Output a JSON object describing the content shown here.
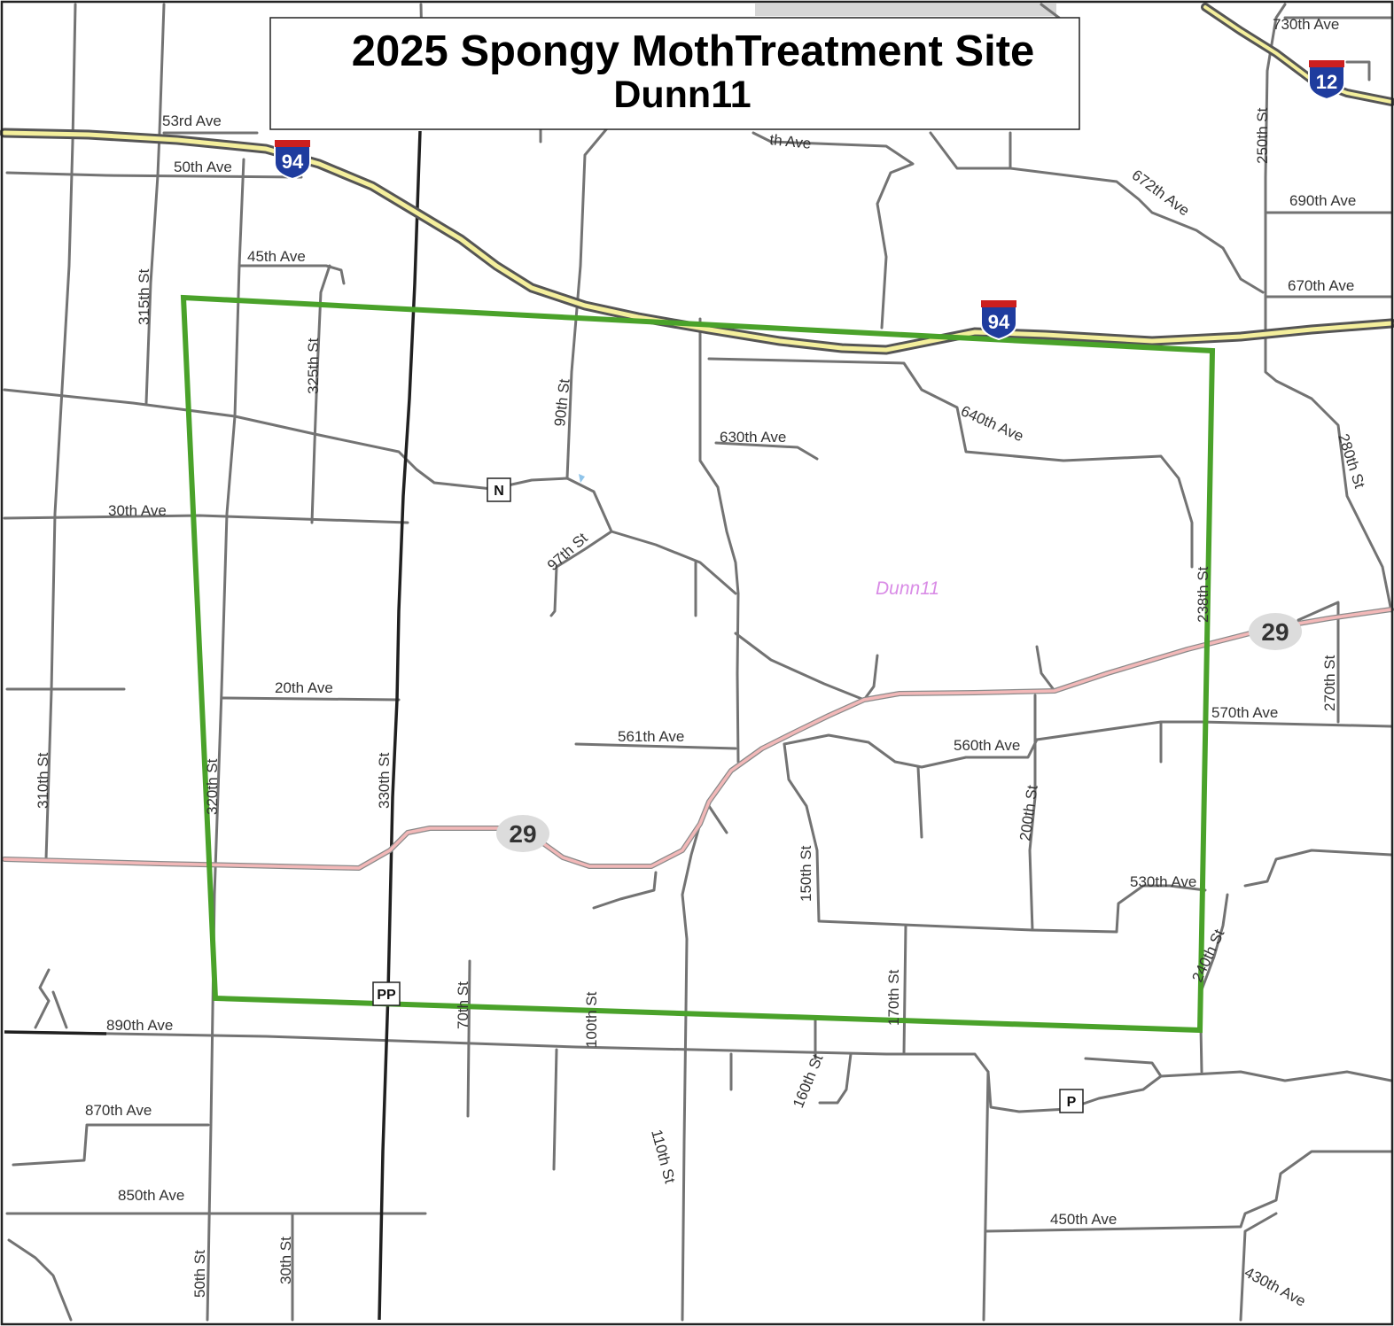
{
  "title": {
    "main": "2025 Spongy MothTreatment Site",
    "sub": "Dunn11"
  },
  "site_label": "Dunn11",
  "colors": {
    "boundary": "#4aa22a",
    "road": "#737373",
    "state_highway": "#f2b8b8",
    "interstate_fill": "#f4ef9c",
    "interstate_shield_top": "#cc1f1f",
    "interstate_shield_body": "#1f3c9e",
    "site_label": "#d98ce6"
  },
  "map_labels": {
    "ave_730": "730th Ave",
    "ave_690": "690th Ave",
    "ave_670": "670th Ave",
    "ave_672": "672th Ave",
    "ave_53rd": "53rd Ave",
    "ave_50th": "50th Ave",
    "ave_45th": "45th Ave",
    "ave_partial": "th Ave",
    "st_250": "250th St",
    "st_315": "315th St",
    "st_325": "325th St",
    "st_90": "90th St",
    "ave_630": "630th Ave",
    "ave_640": "640th Ave",
    "st_280": "280th St",
    "ave_30th": "30th Ave",
    "st_97": "97th St",
    "st_238": "238th St",
    "st_270": "270th St",
    "ave_570": "570th Ave",
    "ave_20th": "20th Ave",
    "ave_561": "561th Ave",
    "ave_560": "560th Ave",
    "st_310": "310th St",
    "st_320": "320th St",
    "st_330": "330th St",
    "st_200": "200th St",
    "st_150": "150th St",
    "ave_530": "530th Ave",
    "st_240": "240th St",
    "st_70": "70th St",
    "st_100": "100th St",
    "st_170": "170th St",
    "ave_890": "890th Ave",
    "st_160": "160th St",
    "ave_870": "870th Ave",
    "st_110": "110th St",
    "ave_850": "850th Ave",
    "ave_450": "450th Ave",
    "st_50": "50th St",
    "st_30": "30th St",
    "ave_430": "430th Ave"
  },
  "shields": {
    "interstate_94": "94",
    "interstate_12": "12",
    "state_29": "29",
    "county_n": "N",
    "county_pp": "PP",
    "county_p": "P"
  }
}
